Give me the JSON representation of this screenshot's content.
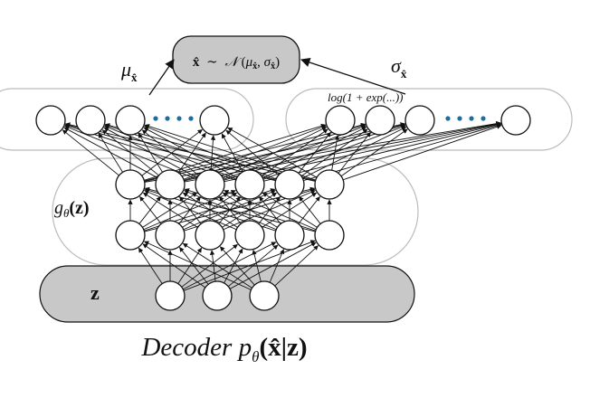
{
  "output_box": {
    "x_hat": "x̂",
    "sim": "∼",
    "normal": "𝒩",
    "mu": "μ",
    "sigma": "σ",
    "sub": "x̂"
  },
  "labels": {
    "mu": "μ",
    "mu_sub": "x̂",
    "sigma": "σ",
    "sigma_sub": "x̂",
    "log_exp": "log(1 + exp(...))",
    "g_theta": "g",
    "theta": "θ",
    "z_arg": "(z)",
    "z": "z"
  },
  "caption": {
    "prefix": "Decoder p",
    "theta": "θ",
    "args": "(x̂|z)"
  },
  "colors": {
    "node_fill": "#ffffff",
    "node_stroke": "#111111",
    "box_fill": "#c8c8c8",
    "ellipse_stroke": "#bbbbbb",
    "dots": "#1a6f9e",
    "edge": "#111111"
  }
}
